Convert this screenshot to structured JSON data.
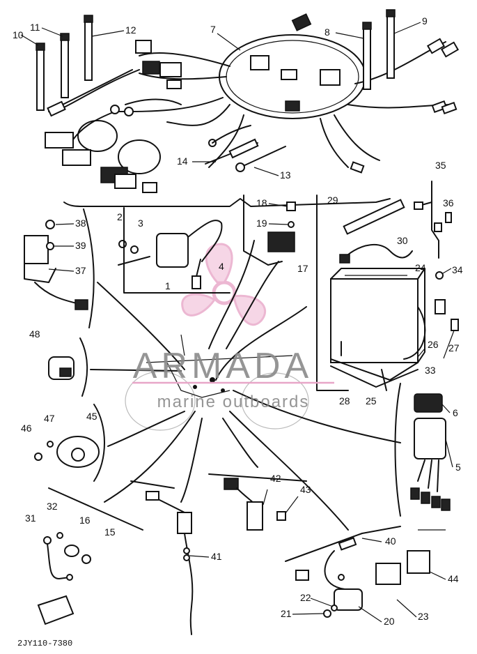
{
  "watermark": {
    "brand": "ARMADA",
    "tagline": "marine outboards",
    "logo_color": "#e8a6c8",
    "text_color": "#8a8a8a"
  },
  "diagram_code": "2JY110-7380",
  "callouts": {
    "c1": "1",
    "c2": "2",
    "c3": "3",
    "c4": "4",
    "c5": "5",
    "c6": "6",
    "c7": "7",
    "c8": "8",
    "c9": "9",
    "c10": "10",
    "c11": "11",
    "c12": "12",
    "c13": "13",
    "c14": "14",
    "c15": "15",
    "c16": "16",
    "c17": "17",
    "c18": "18",
    "c19": "19",
    "c20": "20",
    "c21": "21",
    "c22": "22",
    "c23": "23",
    "c24": "24",
    "c25": "25",
    "c26": "26",
    "c27": "27",
    "c28": "28",
    "c29": "29",
    "c30": "30",
    "c31": "31",
    "c32": "32",
    "c33": "33",
    "c34": "34",
    "c35": "35",
    "c36": "36",
    "c37": "37",
    "c38": "38",
    "c39": "39",
    "c40": "40",
    "c41": "41",
    "c42": "42",
    "c43": "43",
    "c44": "44",
    "c45": "45",
    "c46": "46",
    "c47": "47",
    "c48": "48"
  }
}
